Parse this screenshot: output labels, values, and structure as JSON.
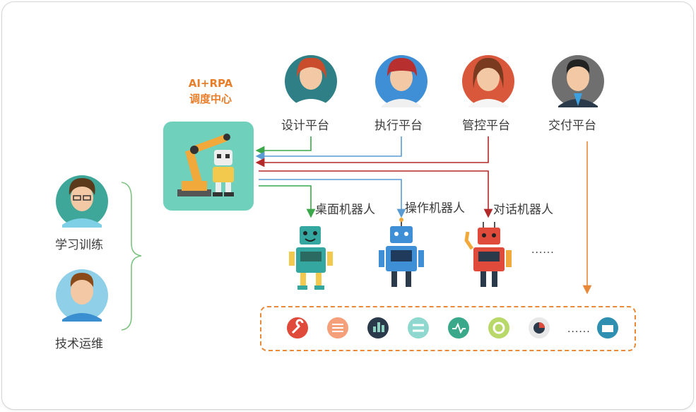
{
  "hub": {
    "title_line1": "AI+RPA",
    "title_line2": "调度中心"
  },
  "platforms": [
    {
      "label": "设计平台"
    },
    {
      "label": "执行平台"
    },
    {
      "label": "管控平台"
    },
    {
      "label": "交付平台"
    }
  ],
  "robots": [
    {
      "label": "桌面机器人"
    },
    {
      "label": "操作机器人"
    },
    {
      "label": "对话机器人"
    }
  ],
  "people_left": [
    {
      "label": "学习训练"
    },
    {
      "label": "技术运维"
    }
  ],
  "ellipsis_robots": "......",
  "ellipsis_icons": "......",
  "colors": {
    "green_arrow": "#3aa84a",
    "blue_arrow": "#5a9bd4",
    "red_arrow": "#b22a2a",
    "orange_arrow": "#e8893a",
    "hub_bg": "#6fd0bb",
    "accent_orange": "#e87e2a"
  },
  "tool_icons": [
    "wrench-icon",
    "sliders-icon",
    "bar-chart-icon",
    "toggle-icon",
    "pulse-icon",
    "gear-icon",
    "pie-chart-icon",
    "cloud-db-icon"
  ]
}
